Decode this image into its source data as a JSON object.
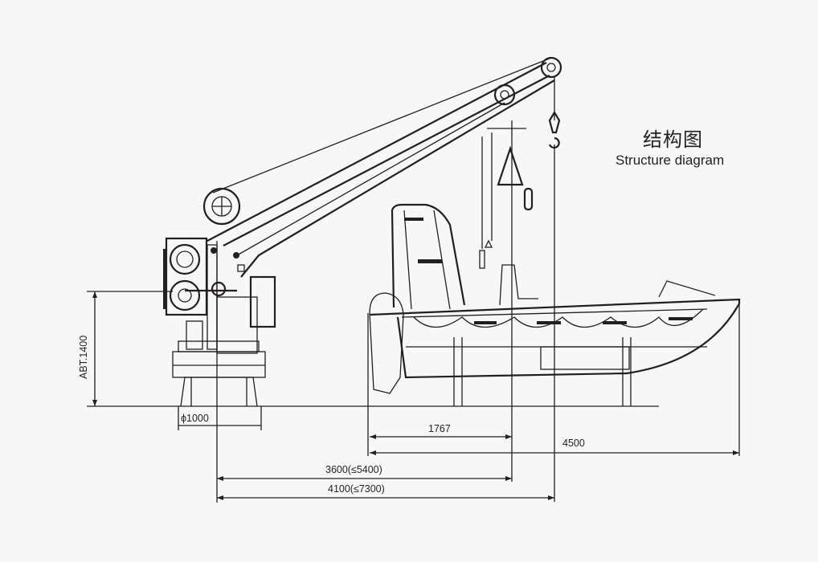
{
  "title": {
    "cn": "结构图",
    "en": "Structure diagram"
  },
  "dimensions": {
    "height_label": "ABT.1400",
    "base_diameter": "ϕ1000",
    "boat_offset": "1767",
    "boat_length": "4500",
    "outreach_min": "3600(≤5400)",
    "outreach_max": "4100(≤7300)"
  },
  "colors": {
    "line": "#231f20",
    "background": "#f7f7f7"
  }
}
